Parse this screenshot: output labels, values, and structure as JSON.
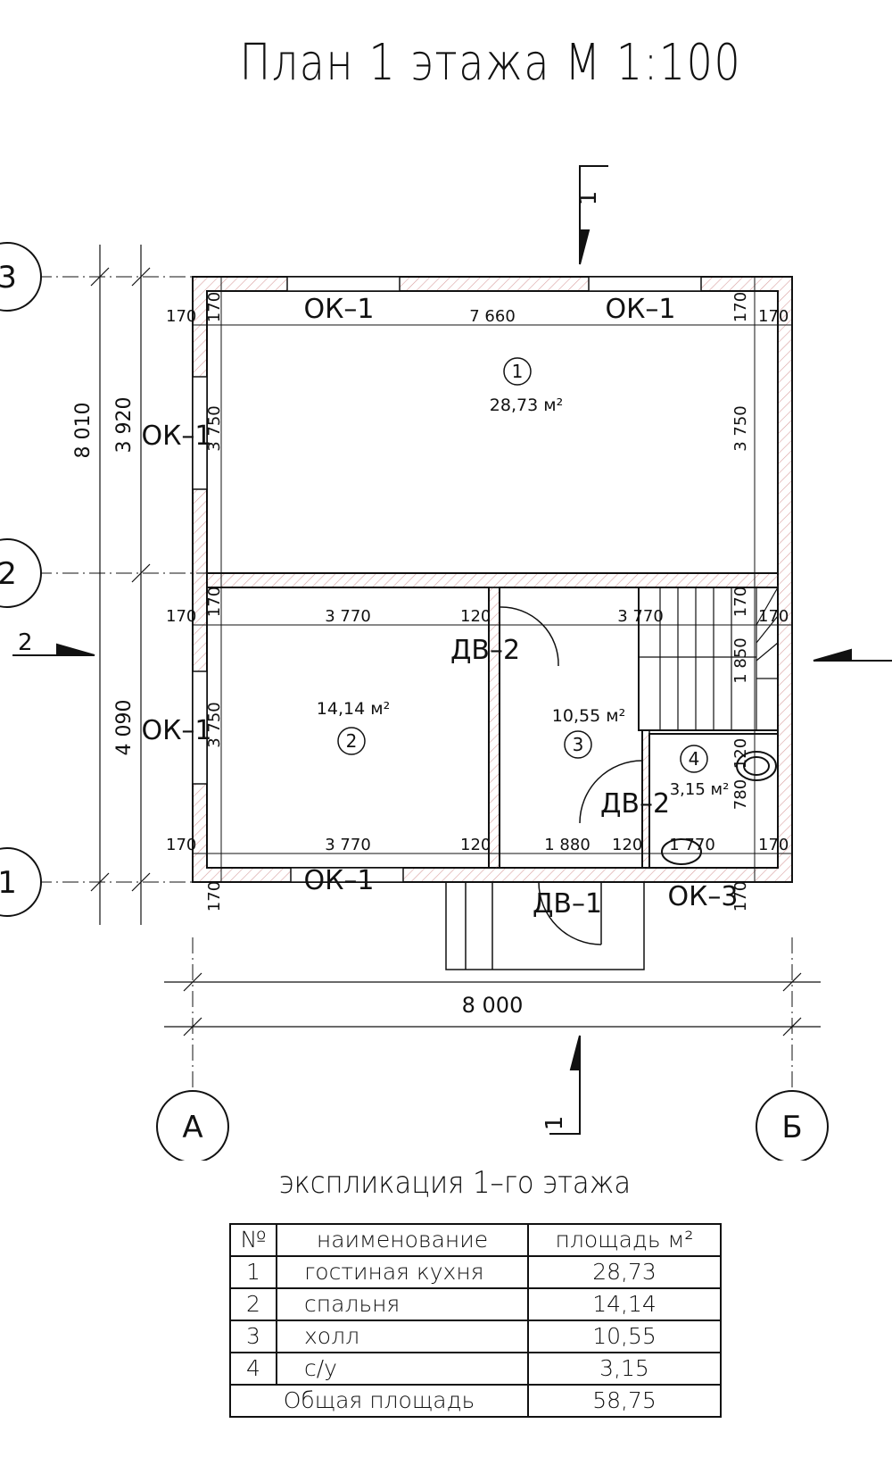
{
  "title": "План 1 этажа  М 1:100",
  "axes": {
    "rows": [
      "3",
      "2",
      "1"
    ],
    "cols": [
      "А",
      "Б"
    ]
  },
  "section_marks": {
    "s1": "1",
    "s2": "2"
  },
  "rooms": [
    {
      "num": "1",
      "area": "28,73 м²"
    },
    {
      "num": "2",
      "area": "14,14 м²"
    },
    {
      "num": "3",
      "area": "10,55 м²"
    },
    {
      "num": "4",
      "area": "3,15 м²"
    }
  ],
  "openings": {
    "ok1": "ОК–1",
    "ok3": "ОК–3",
    "dv1": "ДВ–1",
    "dv2": "ДВ–2"
  },
  "dims": {
    "overall_v": "8 010",
    "top_v": "3 920",
    "bot_v": "4 090",
    "overall_h": "8 000",
    "top_inner": "7 660",
    "wall": "170",
    "room_h": "3 750",
    "room_w": "3 770",
    "part": "120",
    "hall_w": "1 880",
    "wc_w": "1 770",
    "stair_h": "1 850",
    "wc_h": "780"
  },
  "explication": {
    "title": "экспликация 1–го этажа",
    "headers": [
      "№",
      "наименование",
      "площадь м²"
    ],
    "rows": [
      {
        "n": "1",
        "name": "гостиная кухня",
        "area": "28,73"
      },
      {
        "n": "2",
        "name": "спальня",
        "area": "14,14"
      },
      {
        "n": "3",
        "name": "холл",
        "area": "10,55"
      },
      {
        "n": "4",
        "name": "с/у",
        "area": "3,15"
      }
    ],
    "total_label": "Общая площадь",
    "total_area": "58,75"
  }
}
